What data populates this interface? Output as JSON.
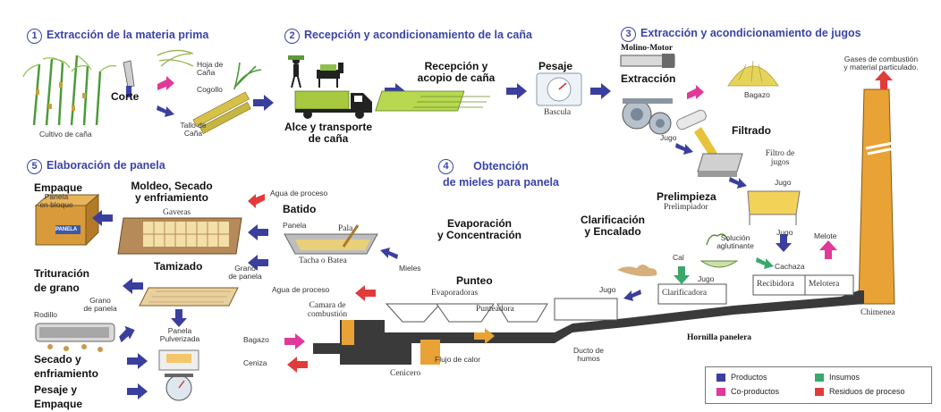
{
  "sections": [
    {
      "num": "1",
      "title": "Extracción de la materia prima"
    },
    {
      "num": "2",
      "title": "Recepción y acondicionamiento de la caña"
    },
    {
      "num": "3",
      "title": "Extracción y acondicionamiento de jugos"
    },
    {
      "num": "4",
      "title": "Obtención\nde mieles para panela"
    },
    {
      "num": "5",
      "title": "Elaboración de panela"
    }
  ],
  "labels": {
    "cultivo": "Cultivo de caña",
    "corte": "Corte",
    "hoja": "Hoja de\nCaña",
    "cogollo": "Cogollo",
    "tallo": "Tallo de\nCaña",
    "alce": "Alce y transporte\nde caña",
    "recepcion": "Recepción y\nacopio de caña",
    "pesaje": "Pesaje",
    "bascula": "Bascula",
    "molino": "Molino-Motor",
    "extraccion": "Extracción",
    "bagazo_top": "Bagazo",
    "jugo1": "Jugo",
    "filtrado": "Filtrado",
    "filtro": "Filtro de\njugos",
    "jugo2": "Jugo",
    "prelimpieza": "Prelimpieza",
    "prelimpiador": "Prelimpiador",
    "gases": "Gases de combustión\ny material particulado.",
    "empaque1": "Empaque",
    "panela_bloque": "Panela\nen bloque",
    "moldeo": "Moldeo, Secado\ny enfriamiento",
    "gaveras": "Gaveras",
    "agua1": "Agua de proceso",
    "batido": "Batido",
    "panela": "Panela",
    "pala": "Pala",
    "tacha": "Tacha o Batea",
    "evaporacion": "Evaporación\ny Concentración",
    "clarificacion": "Clarificación\ny Encalado",
    "jugo3": "Jugo",
    "melote": "Melote",
    "solucion": "Solución\naglutinante",
    "cal": "Cal",
    "cachaza": "Cachaza",
    "jugo4": "Jugo",
    "jugo5": "Jugo",
    "clarificadora": "Clarificadora",
    "recibidora": "Recibidora",
    "melotera": "Melotera",
    "chimenea": "Chimenea",
    "trituracion": "Trituración\nde grano",
    "tamizado": "Tamizado",
    "grano1": "Grano\nde panela",
    "rodillo": "Rodillo",
    "grano2": "Grano\nde panela",
    "mieles": "Mieles",
    "punteo": "Punteo",
    "agua2": "Agua de proceso",
    "evaporadoras": "Evaporadoras",
    "punteadora": "Punteadora",
    "camara": "Camara de\ncombustión",
    "panela_pulv": "Panela\nPulverizada",
    "secado2": "Secado y\nenfriamiento",
    "pesaje_emp": "Pesaje y\nEmpaque",
    "bagazo_in": "Bagazo",
    "ceniza": "Ceniza",
    "flujo": "Flujo de calor",
    "ducto": "Ducto de\nhumos",
    "cenicero": "Cenicero",
    "hornilla": "Hornilla panelera",
    "box_panela": "PANELA"
  },
  "legend": [
    {
      "label": "Productos",
      "color": "#3a3f9e"
    },
    {
      "label": "Insumos",
      "color": "#3aa86a"
    },
    {
      "label": "Co-productos",
      "color": "#e0399a"
    },
    {
      "label": "Residuos de proceso",
      "color": "#e23b3b"
    }
  ]
}
